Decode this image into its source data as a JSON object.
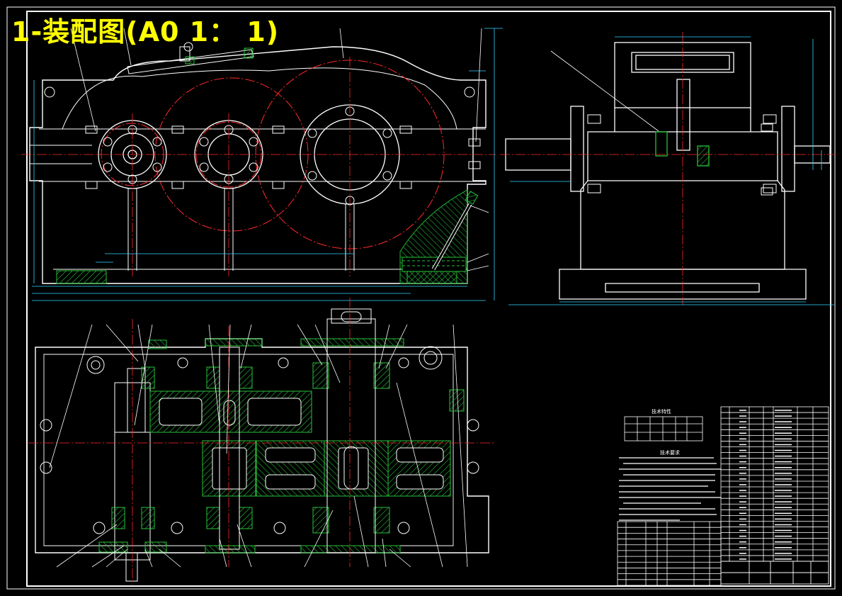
{
  "drawing": {
    "title": "1-装配图(A0 1： 1)"
  },
  "notes": {
    "table_title": "技术特性",
    "requirements_title": "技术要求"
  },
  "colors": {
    "background": "#000000",
    "outline": "#ffffff",
    "center_lines": "#ff2a2a",
    "dimensions": "#33d6ff",
    "hatching": "#27c23a",
    "title_text": "#ffff00"
  }
}
